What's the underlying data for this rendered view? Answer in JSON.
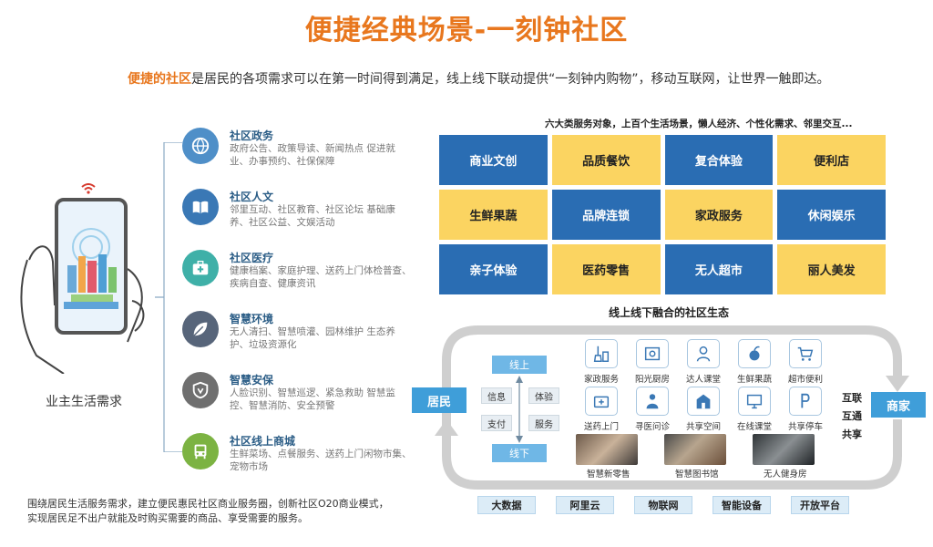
{
  "title": "便捷经典场景-一刻钟社区",
  "subtitle": {
    "highlight": "便捷的社区",
    "rest": "是居民的各项需求可以在第一时间得到满足，线上线下联动提供“一刻钟内购物”，移动互联网，让世界一触即达。"
  },
  "left": {
    "demand_label": "业主生活需求",
    "services": [
      {
        "name": "社区政务",
        "desc": "政府公告、政策导读、新闻热点 促进就业、办事预约、社保保障",
        "icon": "globe-icon",
        "color": "#4f8fc8"
      },
      {
        "name": "社区人文",
        "desc": "邻里互动、社区教育、社区论坛 基础康养、社区公益、文娱活动",
        "icon": "book-icon",
        "color": "#3a78b5"
      },
      {
        "name": "社区医疗",
        "desc": "健康档案、家庭护理、送药上门体检普查、疾病自查、健康资讯",
        "icon": "medical-kit-icon",
        "color": "#3fb0a8"
      },
      {
        "name": "智慧环境",
        "desc": "无人清扫、智慧喷灌、园林维护 生态养护、垃圾资源化",
        "icon": "leaf-icon",
        "color": "#57657a"
      },
      {
        "name": "智慧安保",
        "desc": "人脸识别、智慧巡逻、紧急救助 智慧监控、智慧消防、安全预警",
        "icon": "shield-icon",
        "color": "#6f6f6f"
      },
      {
        "name": "社区线上商城",
        "desc": "生鲜菜场、点餐服务、送药上门闲物市集、宠物市场",
        "icon": "bus-icon",
        "color": "#7cb342"
      }
    ],
    "bottom_note": "围绕居民生活服务需求，建立便民惠民社区商业服务圈，创新社区O20商业模式，实现居民足不出户就能及时购买需要的商品、享受需要的服务。"
  },
  "grid": {
    "title": "六大类服务对象，上百个生活场景，懒人经济、个性化需求、邻里交互...",
    "cells": [
      {
        "label": "商业文创",
        "style": "blue"
      },
      {
        "label": "品质餐饮",
        "style": "yellow"
      },
      {
        "label": "复合体验",
        "style": "blue"
      },
      {
        "label": "便利店",
        "style": "yellow"
      },
      {
        "label": "生鲜果蔬",
        "style": "yellow"
      },
      {
        "label": "品牌连锁",
        "style": "blue"
      },
      {
        "label": "家政服务",
        "style": "yellow"
      },
      {
        "label": "休闲娱乐",
        "style": "blue"
      },
      {
        "label": "亲子体验",
        "style": "blue"
      },
      {
        "label": "医药零售",
        "style": "yellow"
      },
      {
        "label": "无人超市",
        "style": "blue"
      },
      {
        "label": "丽人美发",
        "style": "yellow"
      }
    ]
  },
  "eco": {
    "title": "线上线下融合的社区生态",
    "resident": "居民",
    "merchant": "商家",
    "online": "线上",
    "offline": "线下",
    "tags": [
      "信息",
      "体验",
      "支付",
      "服务"
    ],
    "tiles": [
      {
        "label": "家政服务",
        "icon": "broom-icon"
      },
      {
        "label": "阳光厨房",
        "icon": "kitchen-icon"
      },
      {
        "label": "达人课堂",
        "icon": "teacher-icon"
      },
      {
        "label": "生鲜果蔬",
        "icon": "fruit-icon"
      },
      {
        "label": "超市便利",
        "icon": "cart-icon"
      },
      {
        "label": "送药上门",
        "icon": "medicine-box-icon"
      },
      {
        "label": "寻医问诊",
        "icon": "doctor-icon"
      },
      {
        "label": "共享空间",
        "icon": "building-icon"
      },
      {
        "label": "在线课堂",
        "icon": "online-class-icon"
      },
      {
        "label": "共享停车",
        "icon": "parking-icon"
      }
    ],
    "photos": [
      "智慧新零售",
      "智慧图书馆",
      "无人健身房"
    ],
    "side_words": [
      "互联",
      "互通",
      "共享"
    ],
    "tech": [
      "大数据",
      "阿里云",
      "物联网",
      "智能设备",
      "开放平台"
    ]
  }
}
